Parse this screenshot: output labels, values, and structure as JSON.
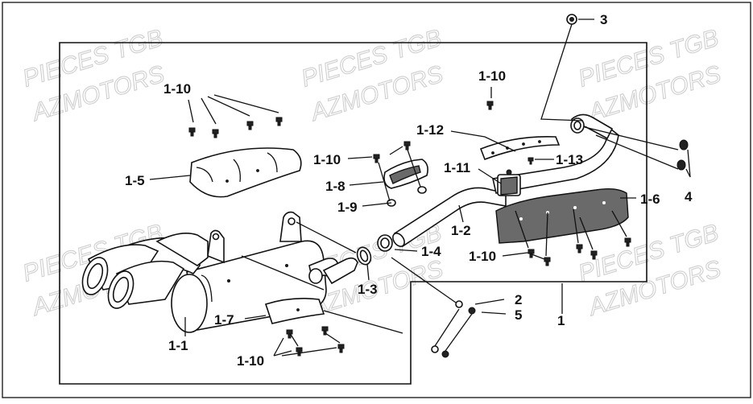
{
  "watermarks": [
    {
      "text": "PIECES TGB"
    },
    {
      "text": "AZMOTORS"
    },
    {
      "text": "PIECES TGB"
    },
    {
      "text": "AZMOTORS"
    },
    {
      "text": "PIECES TGB"
    },
    {
      "text": "AZMOTORS"
    },
    {
      "text": "PIECES TGB"
    },
    {
      "text": "AZMOTORS"
    },
    {
      "text": "PIECES TGB"
    },
    {
      "text": "AZMOTORS"
    },
    {
      "text": "PIECES TGB"
    },
    {
      "text": "AZMOTORS"
    }
  ],
  "callouts": [
    {
      "id": "3",
      "label": "3"
    },
    {
      "id": "1-10-a",
      "label": "1-10"
    },
    {
      "id": "1-10-b",
      "label": "1-10"
    },
    {
      "id": "1-12",
      "label": "1-12"
    },
    {
      "id": "1-10-c",
      "label": "1-10"
    },
    {
      "id": "1-13",
      "label": "1-13"
    },
    {
      "id": "1-11",
      "label": "1-11"
    },
    {
      "id": "1-5",
      "label": "1-5"
    },
    {
      "id": "1-8",
      "label": "1-8"
    },
    {
      "id": "1-9",
      "label": "1-9"
    },
    {
      "id": "1-6",
      "label": "1-6"
    },
    {
      "id": "4",
      "label": "4"
    },
    {
      "id": "1-2",
      "label": "1-2"
    },
    {
      "id": "1-4",
      "label": "1-4"
    },
    {
      "id": "1-10-d",
      "label": "1-10"
    },
    {
      "id": "1-3",
      "label": "1-3"
    },
    {
      "id": "2",
      "label": "2"
    },
    {
      "id": "5",
      "label": "5"
    },
    {
      "id": "1",
      "label": "1"
    },
    {
      "id": "1-7",
      "label": "1-7"
    },
    {
      "id": "1-1",
      "label": "1-1"
    },
    {
      "id": "1-10-e",
      "label": "1-10"
    }
  ]
}
